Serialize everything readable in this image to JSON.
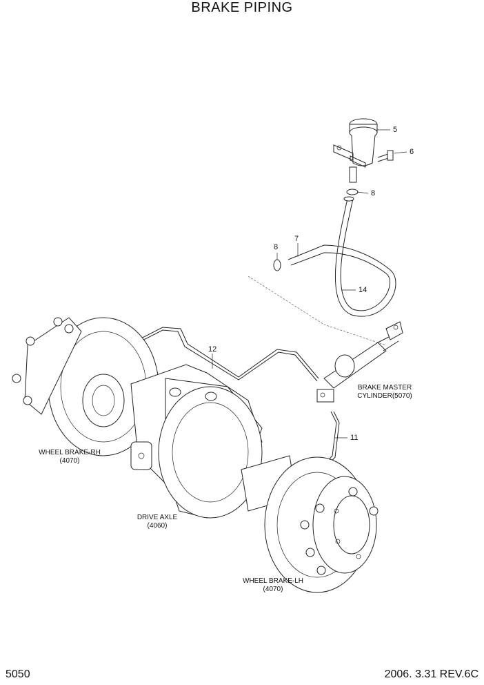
{
  "title": "BRAKE PIPING",
  "page_number": "5050",
  "revision": "2006. 3.31 REV.6C",
  "callouts": {
    "c5": "5",
    "c6": "6",
    "c8_top": "8",
    "c7": "7",
    "c8_left": "8",
    "c14": "14",
    "c12": "12",
    "c11": "11"
  },
  "labels": {
    "wheel_brake_rh": {
      "line1": "WHEEL BRAKE-RH",
      "line2": "(4070)"
    },
    "drive_axle": {
      "line1": "DRIVE AXLE",
      "line2": "(4060)"
    },
    "wheel_brake_lh": {
      "line1": "WHEEL BRAKE-LH",
      "line2": "(4070)"
    },
    "brake_master": {
      "line1": "BRAKE MASTER",
      "line2": "CYLINDER(5070)"
    }
  }
}
